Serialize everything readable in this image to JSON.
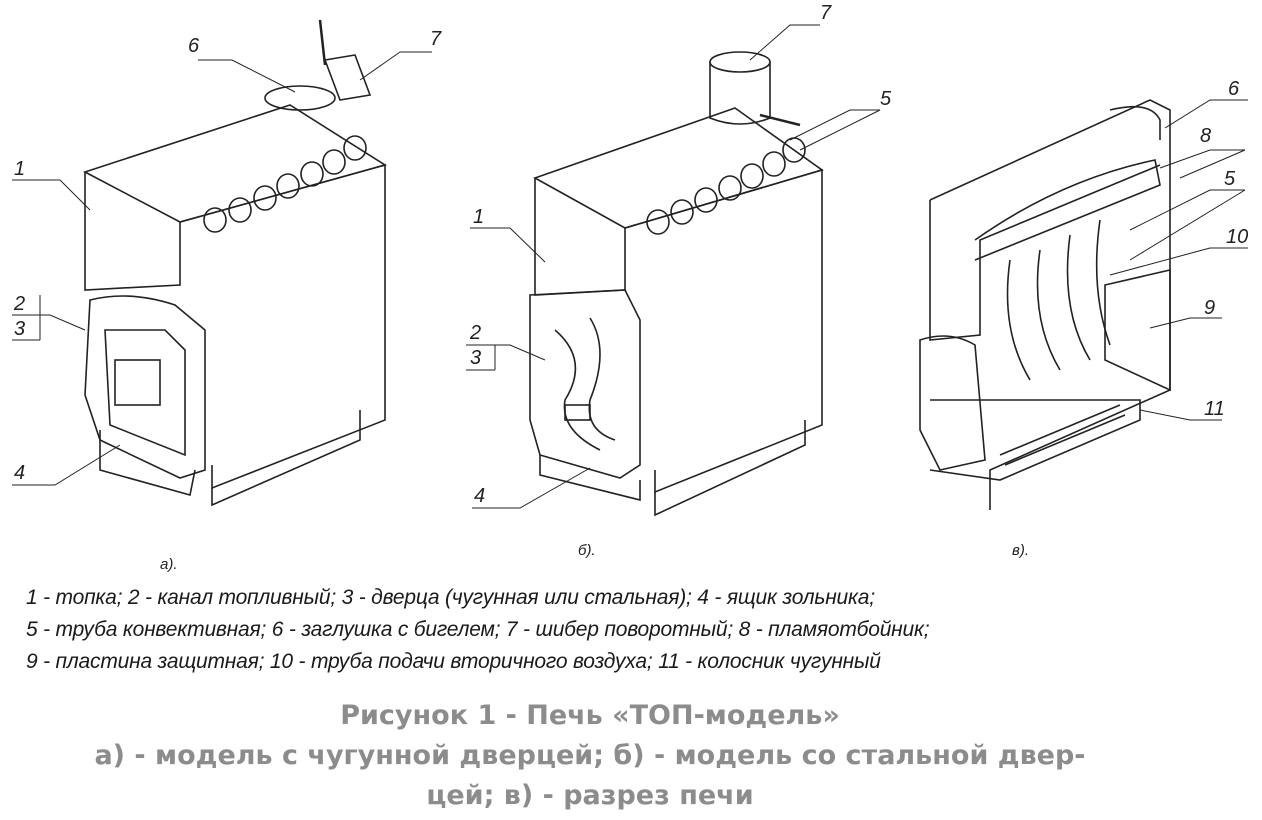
{
  "figures": [
    {
      "id": "a",
      "caption": "а).",
      "labels": [
        "6",
        "7",
        "1",
        "2",
        "3",
        "4"
      ]
    },
    {
      "id": "b",
      "caption": "б).",
      "labels": [
        "7",
        "5",
        "1",
        "2",
        "3",
        "4"
      ]
    },
    {
      "id": "c",
      "caption": "в).",
      "labels": [
        "6",
        "8",
        "5",
        "10",
        "9",
        "11"
      ]
    }
  ],
  "legend": [
    "1 - топка; 2 - канал топливный; 3 - дверца (чугунная или стальная); 4 - ящик зольника;",
    "5 - труба конвективная; 6 - заглушка с бигелем; 7 - шибер поворотный; 8 - пламяотбойник;",
    "9 - пластина защитная; 10 - труба подачи вторичного воздуха; 11 - колосник чугунный"
  ],
  "caption": [
    "Рисунок 1 - Печь «ТОП-модель»",
    "а) - модель с чугунной дверцей; б) - модель со стальной двер-",
    "цей; в) - разрез печи"
  ],
  "colors": {
    "line": "#222222",
    "caption": "#8c8c8c"
  }
}
